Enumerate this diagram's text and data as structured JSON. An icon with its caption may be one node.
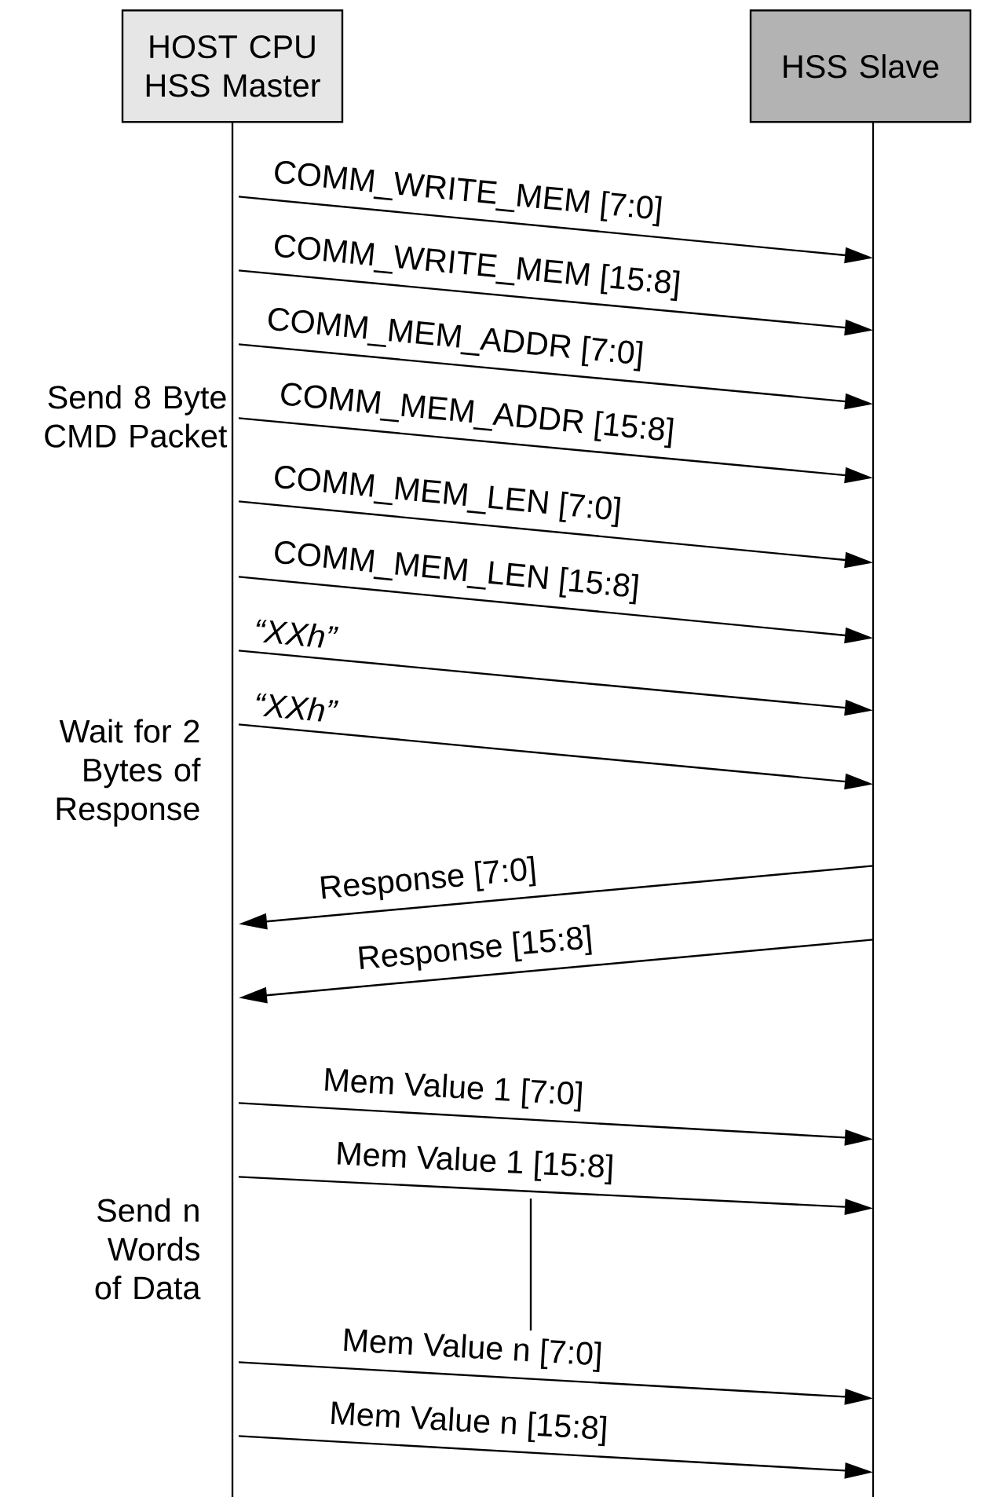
{
  "diagram": {
    "nodes": [
      {
        "text": [
          "HOST CPU HSS Master"
        ]
      },
      {
        "text": [
          "HSS Slave"
        ]
      }
    ],
    "edges": [
      {
        "from": 0,
        "to": 1,
        "arrow": "to",
        "label": "COMM_WRITE_MEM [7:0]"
      },
      {
        "from": 0,
        "to": 1,
        "arrow": "to",
        "label": "COMM_WRITE_MEM [15:8]"
      },
      {
        "from": 0,
        "to": 1,
        "arrow": "to",
        "label": "COMM_MEM_ADDR [7:0]"
      },
      {
        "from": 0,
        "to": 1,
        "arrow": "to",
        "label": "COMM_MEM_ADDR [15:8]"
      },
      {
        "from": 0,
        "to": 1,
        "arrow": "to",
        "label": "COMM_MEM_LEN [7:0]"
      },
      {
        "from": 0,
        "to": 1,
        "arrow": "to",
        "label": "COMM_MEM_LEN [15:8]"
      },
      {
        "from": 0,
        "to": 1,
        "arrow": "to",
        "label": "“XXh”"
      },
      {
        "from": 0,
        "to": 1,
        "arrow": "to",
        "label": "“XXh”"
      },
      {
        "from": 1,
        "to": 0,
        "arrow": "to",
        "label": "Response [7:0]"
      },
      {
        "from": 1,
        "to": 0,
        "arrow": "to",
        "label": "Response [15:8]"
      },
      {
        "from": 0,
        "to": 1,
        "arrow": "to",
        "label": "Mem Value 1 [7:0]"
      },
      {
        "from": 0,
        "to": 1,
        "arrow": "to",
        "label": "Mem Value 1 [15:8]"
      },
      {
        "from": 0,
        "to": 1,
        "arrow": "to",
        "label": "Mem Value n [7:0]"
      },
      {
        "from": 0,
        "to": 1,
        "arrow": "to",
        "label": "Mem Value n [15:8]"
      }
    ],
    "labels": [
      "Send 8 Byte CMD Packet",
      "Wait for 2 Bytes of Response",
      "Send n Words of Data"
    ]
  }
}
